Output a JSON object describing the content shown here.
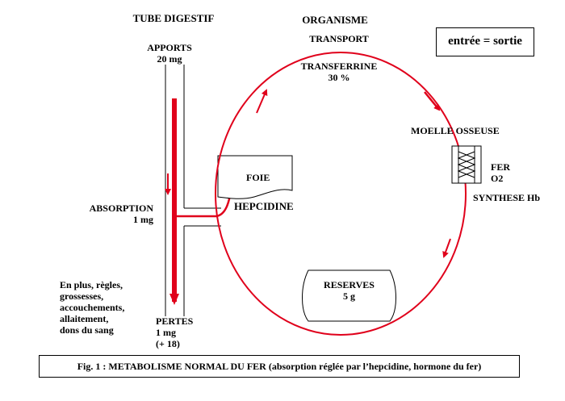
{
  "tube": {
    "title": "TUBE DIGESTIF",
    "apports": [
      "APPORTS",
      "20 mg"
    ]
  },
  "organisme": {
    "title": "ORGANISME",
    "transport": "TRANSPORT",
    "transferrine": [
      "TRANSFERRINE",
      "30 %"
    ]
  },
  "equation": "entrée = sortie",
  "moelle": {
    "title": "MOELLE OSSEUSE",
    "fer": [
      "FER",
      "O2"
    ],
    "synthese": "SYNTHESE Hb"
  },
  "absorption": [
    "ABSORPTION",
    "1 mg"
  ],
  "foie": {
    "label": "FOIE",
    "hepcidine": "HEPCIDINE"
  },
  "reserves": [
    "RESERVES",
    "5 g"
  ],
  "pertes_extra": [
    "En plus, règles,",
    "grossesses,",
    "accouchements,",
    "allaitement,",
    "dons du sang"
  ],
  "pertes": [
    "PERTES",
    "1 mg",
    "(+ 18)"
  ],
  "caption": "Fig. 1 : METABOLISME NORMAL DU FER (absorption réglée par l’hepcidine, hormone du fer)",
  "colors": {
    "accent": "#e0001b"
  }
}
